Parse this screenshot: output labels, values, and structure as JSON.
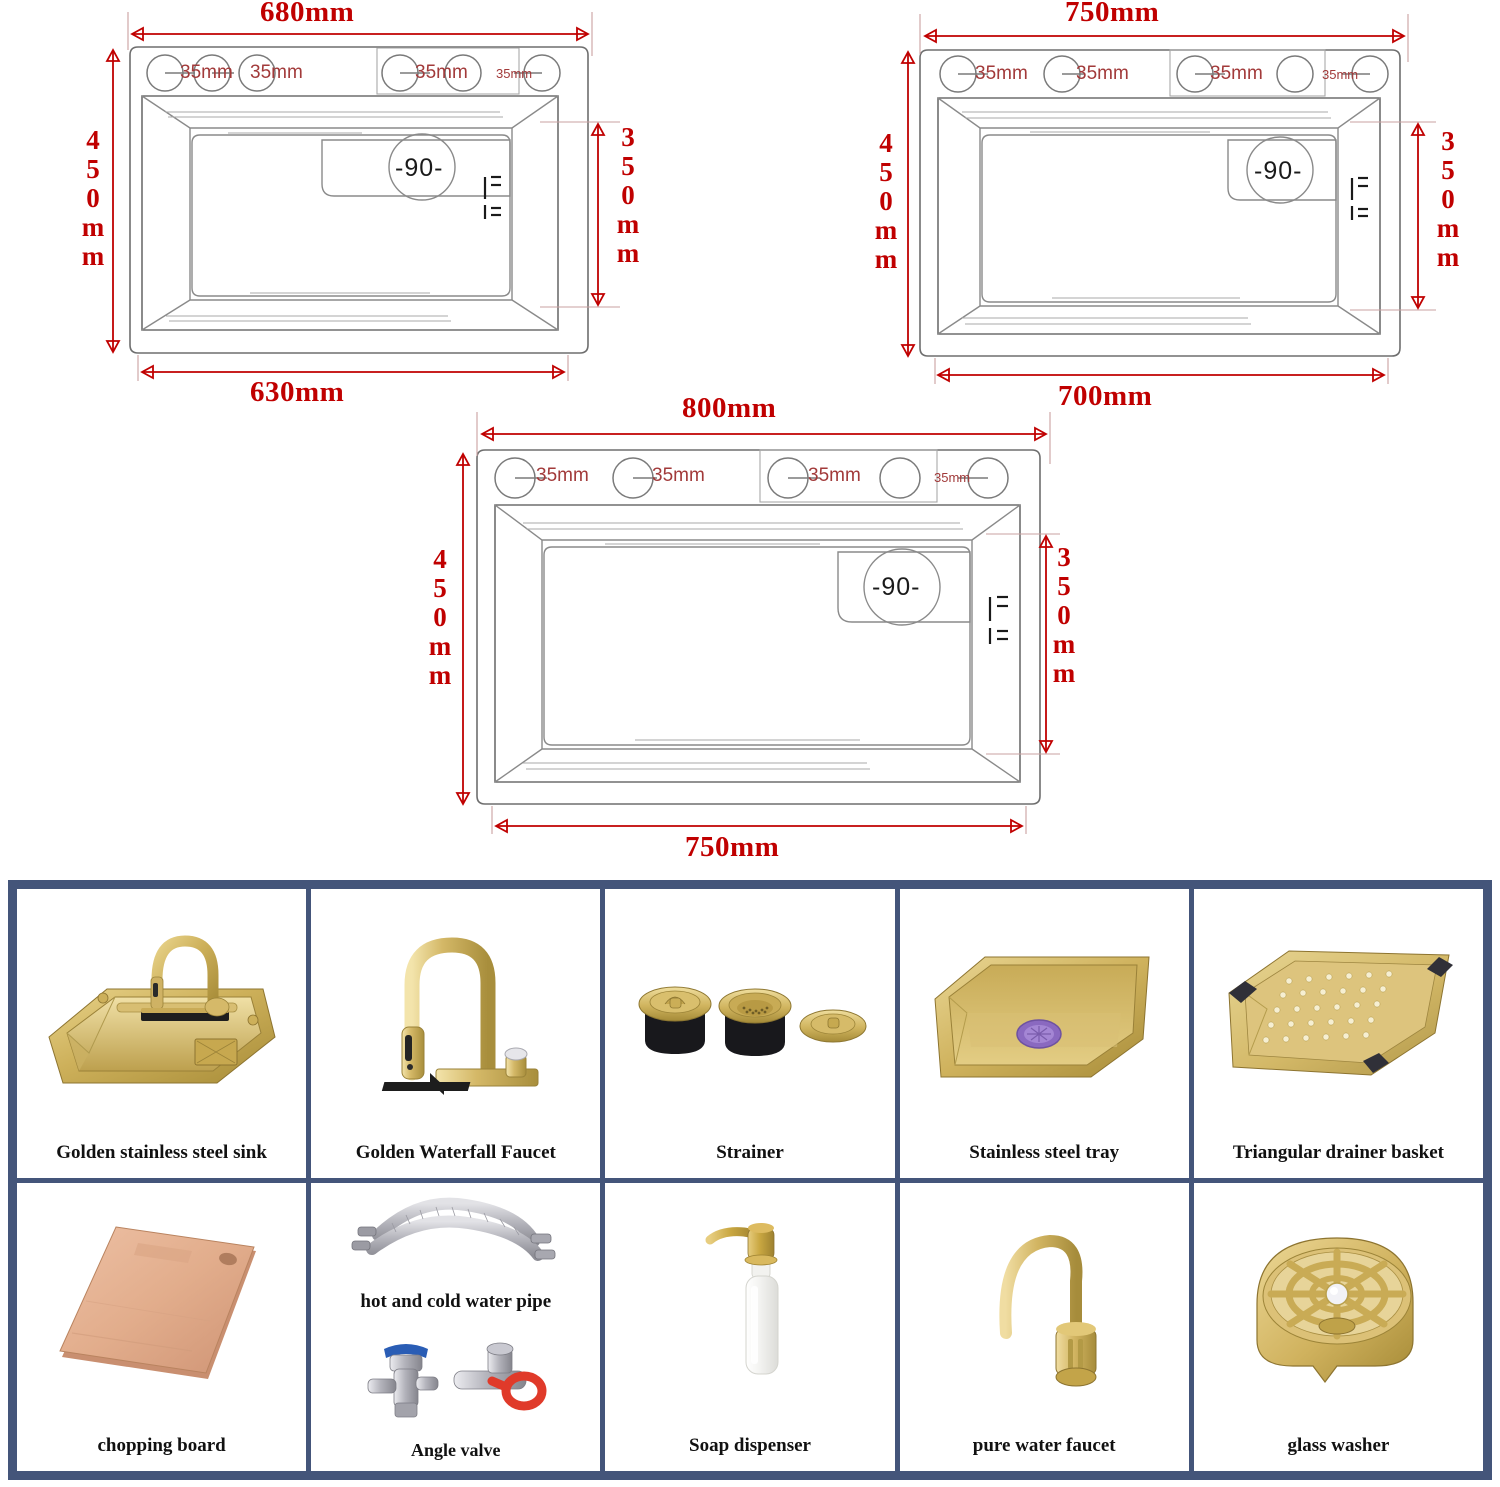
{
  "diagrams": [
    {
      "id": "sink-680",
      "top_label": "680mm",
      "bottom_label": "630mm",
      "left_label": "450mm",
      "right_label": "350mm",
      "drain_label": "-90-",
      "hole_labels": [
        "35mm",
        "35mm",
        "35mm",
        "35mm"
      ]
    },
    {
      "id": "sink-750",
      "top_label": "750mm",
      "bottom_label": "700mm",
      "left_label": "450mm",
      "right_label": "350mm",
      "drain_label": "-90-",
      "hole_labels": [
        "35mm",
        "35mm",
        "35mm",
        "35mm"
      ]
    },
    {
      "id": "sink-800",
      "top_label": "800mm",
      "bottom_label": "750mm",
      "left_label": "450mm",
      "right_label": "350mm",
      "drain_label": "-90-",
      "hole_labels": [
        "35mm",
        "35mm",
        "35mm",
        "35mm"
      ]
    }
  ],
  "accessories": {
    "border_color": "#44557a",
    "row1": [
      {
        "name": "golden-stainless-steel-sink",
        "caption": "Golden stainless steel sink",
        "icon": "sink-with-faucet-icon"
      },
      {
        "name": "golden-waterfall-faucet",
        "caption": "Golden Waterfall Faucet",
        "icon": "faucet-icon"
      },
      {
        "name": "strainer",
        "caption": "Strainer",
        "icon": "strainer-icon"
      },
      {
        "name": "stainless-steel-tray",
        "caption": "Stainless steel tray",
        "icon": "tray-icon"
      },
      {
        "name": "triangular-drainer-basket",
        "caption": "Triangular drainer basket",
        "icon": "drainer-basket-icon"
      }
    ],
    "row2": [
      {
        "name": "chopping-board",
        "caption": "chopping board",
        "icon": "chopping-board-icon"
      },
      {
        "name": "water-pipe-and-angle-valve",
        "caption_top": "hot and cold water pipe",
        "caption": "Angle valve",
        "icon": "hose-icon",
        "icon2": "angle-valve-icon"
      },
      {
        "name": "soap-dispenser",
        "caption": "Soap dispenser",
        "icon": "soap-dispenser-icon"
      },
      {
        "name": "pure-water-faucet",
        "caption": "pure water faucet",
        "icon": "pure-water-faucet-icon"
      },
      {
        "name": "glass-washer",
        "caption": "glass washer",
        "icon": "glass-washer-icon"
      }
    ]
  }
}
